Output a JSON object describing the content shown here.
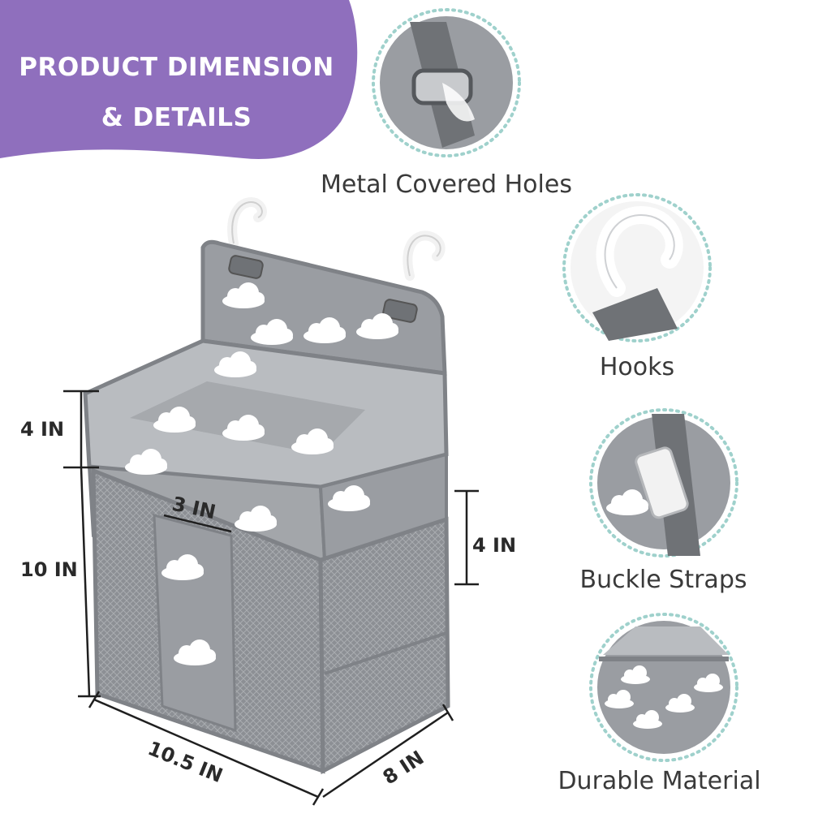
{
  "banner": {
    "line1": "PRODUCT DIMENSION",
    "line2": "& DETAILS",
    "color": "#8f6fbd"
  },
  "dimensions": {
    "top_height": "4 IN",
    "body_height": "10 IN",
    "front_depth": "3 IN",
    "pocket_height": "4 IN",
    "width": "10.5 IN",
    "depth": "8 IN"
  },
  "details": [
    {
      "caption": "Metal Covered Holes",
      "icon": "metal-hole-icon"
    },
    {
      "caption": "Hooks",
      "icon": "hook-icon"
    },
    {
      "caption": "Buckle Straps",
      "icon": "buckle-icon"
    },
    {
      "caption": "Durable Material",
      "icon": "cloud-fabric-icon"
    }
  ],
  "colors": {
    "fabric": "#9a9da2",
    "fabric_light": "#b9bcc0",
    "trim": "#7f8287",
    "ring": "#9fd1cc"
  }
}
